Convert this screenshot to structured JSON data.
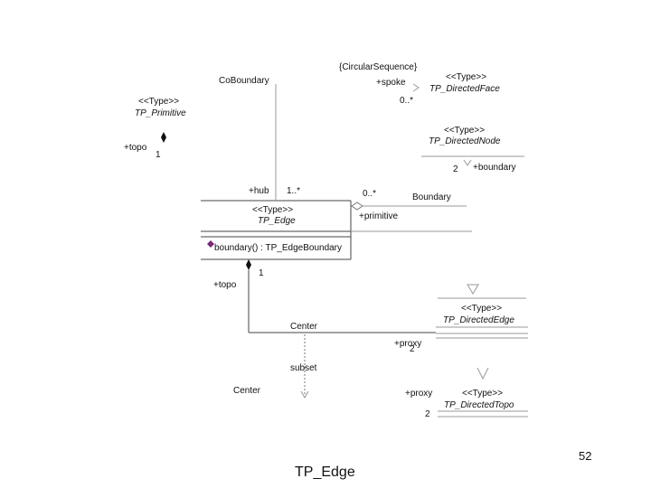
{
  "slide": {
    "number": "52",
    "title": "TP_Edge"
  },
  "diagram": {
    "primitive_class": {
      "stereotype": "<<Type>>",
      "name": "TP_Primitive"
    },
    "coboundary": "CoBoundary",
    "circular_sequence": "{CircularSequence}",
    "spoke_role": "+spoke",
    "spoke_mult": "0..*",
    "directed_face": {
      "stereotype": "<<Type>>",
      "name": "TP_DirectedFace"
    },
    "directed_node": {
      "stereotype": "<<Type>>",
      "name": "TP_DirectedNode"
    },
    "node_mult": "2",
    "node_role": "+boundary",
    "topo_role_top": "+topo",
    "topo_mult_top": "1",
    "hub_role": "+hub",
    "hub_mult": "1..*",
    "boundary_mult": "0..*",
    "boundary_label": "Boundary",
    "primitive_role": "+primitive",
    "edge_class": {
      "stereotype": "<<Type>>",
      "name": "TP_Edge",
      "operation": "boundary() : TP_EdgeBoundary"
    },
    "topo_role_bottom": "+topo",
    "topo_mult_bottom": "1",
    "center_label": "Center",
    "directed_edge": {
      "stereotype": "<<Type>>",
      "name": "TP_DirectedEdge"
    },
    "proxy_role_edge": "+proxy",
    "proxy_mult_edge": "2",
    "subset_label": "subset",
    "center_label_lower": "Center",
    "proxy_role_topo": "+proxy",
    "directed_topo": {
      "stereotype": "<<Type>>",
      "name": "TP_DirectedTopo"
    },
    "proxy_mult_topo": "2"
  }
}
